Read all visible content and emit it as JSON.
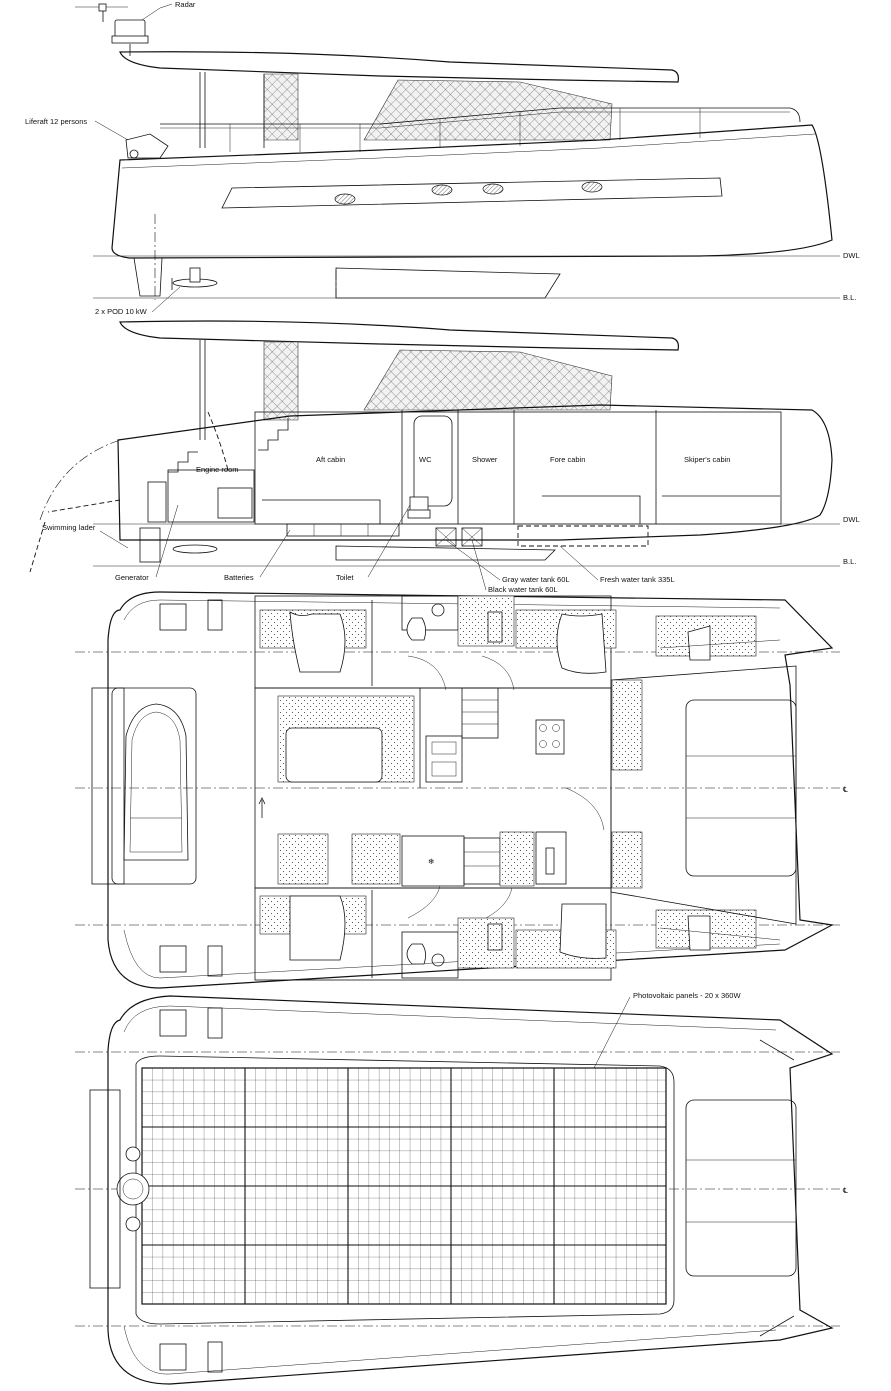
{
  "labels": {
    "radar": "Radar",
    "liferaft": "Liferaft 12 persons",
    "pods": "2 x POD 10 kW",
    "dwl": "DWL",
    "bl": "B.L.",
    "swimming_ladder": "Swimming lader",
    "generator": "Generator",
    "batteries": "Batteries",
    "toilet": "Toilet",
    "gray_water_tank": "Gray water tank 60L",
    "black_water_tank": "Black water tank 60L",
    "fresh_water_tank": "Fresh water tank 335L",
    "photovoltaic": "Photovoltaic panels - 20 x 360W",
    "centerline": "℄"
  },
  "rooms": {
    "engine_room": "Engine room",
    "aft_cabin": "Aft cabin",
    "wc": "WC",
    "shower": "Shower",
    "fore_cabin": "Fore cabin",
    "skipper_cabin": "Skiper's cabin"
  }
}
